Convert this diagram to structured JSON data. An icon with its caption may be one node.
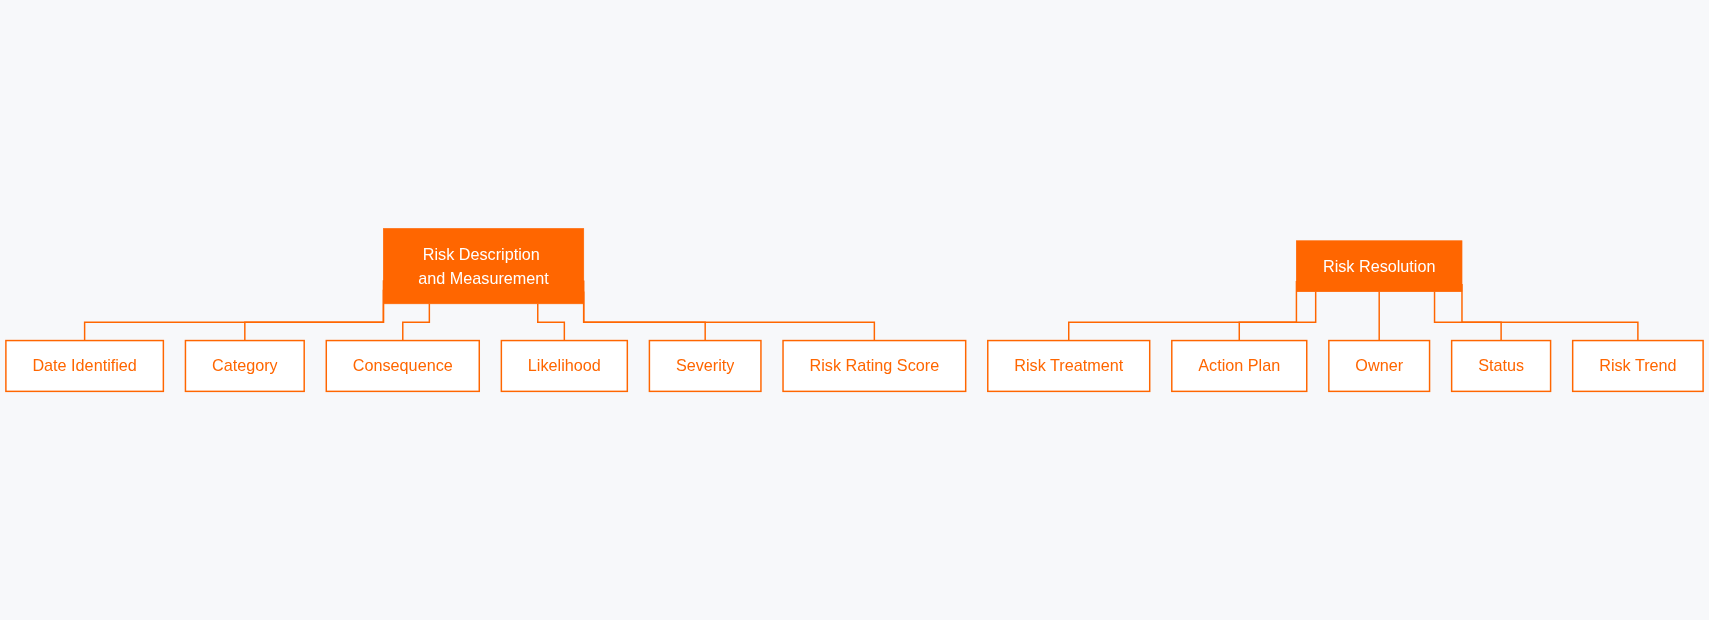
{
  "diagram": {
    "nodes": [
      {
        "text": [
          "Risk Description and Measurement"
        ]
      },
      {
        "text": [
          "Date Identified"
        ]
      },
      {
        "text": [
          "Category"
        ]
      },
      {
        "text": [
          "Consequence"
        ]
      },
      {
        "text": [
          "Likelihood"
        ]
      },
      {
        "text": [
          "Severity"
        ]
      },
      {
        "text": [
          "Risk Rating Score"
        ]
      },
      {
        "text": [
          "Risk Resolution"
        ]
      },
      {
        "text": [
          "Risk Treatment"
        ]
      },
      {
        "text": [
          "Action Plan"
        ]
      },
      {
        "text": [
          "Owner"
        ]
      },
      {
        "text": [
          "Status"
        ]
      },
      {
        "text": [
          "Risk Trend"
        ]
      }
    ],
    "edges": [
      {
        "from": 0,
        "to": 1,
        "arrow": "none"
      },
      {
        "from": 0,
        "to": 2,
        "arrow": "none"
      },
      {
        "from": 0,
        "to": 3,
        "arrow": "none"
      },
      {
        "from": 0,
        "to": 4,
        "arrow": "none"
      },
      {
        "from": 0,
        "to": 5,
        "arrow": "none"
      },
      {
        "from": 0,
        "to": 6,
        "arrow": "none"
      },
      {
        "from": 7,
        "to": 8,
        "arrow": "none"
      },
      {
        "from": 7,
        "to": 9,
        "arrow": "none"
      },
      {
        "from": 7,
        "to": 10,
        "arrow": "none"
      },
      {
        "from": 7,
        "to": 11,
        "arrow": "none"
      },
      {
        "from": 7,
        "to": 12,
        "arrow": "none"
      }
    ]
  }
}
